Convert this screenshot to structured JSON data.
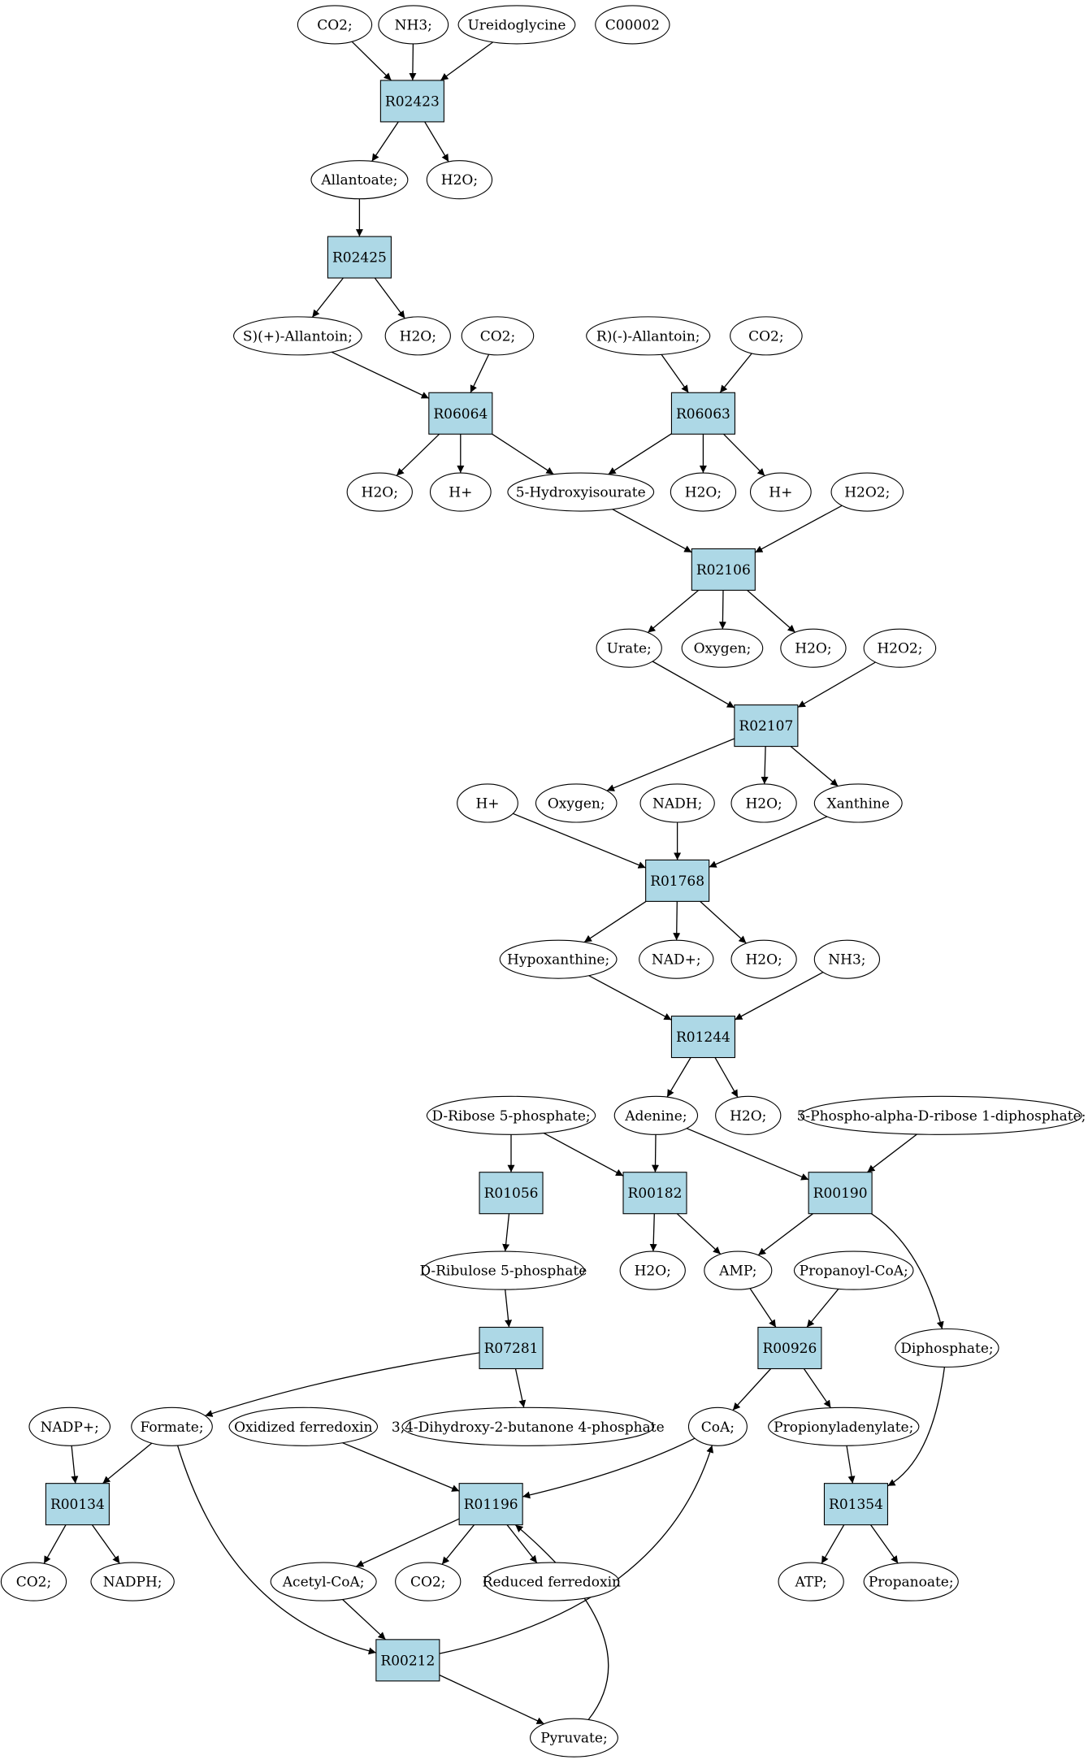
{
  "colors": {
    "reaction_fill": "#add8e6",
    "metabolite_fill": "#ffffff",
    "highlight_yellow": "#ffff00",
    "highlight_green": "#00ff00",
    "stroke": "#000000"
  },
  "metabolites": [
    {
      "id": "co2_top",
      "label": "CO2;"
    },
    {
      "id": "nh3_top",
      "label": "NH3;"
    },
    {
      "id": "ureidoglycine",
      "label": "Ureidoglycine"
    },
    {
      "id": "c00002",
      "label": "C00002",
      "fill": "#ffff00"
    },
    {
      "id": "allantoate",
      "label": "Allantoate;"
    },
    {
      "id": "h2o_1",
      "label": "H2O;"
    },
    {
      "id": "s_allantoin",
      "label": "S)(+)-Allantoin;"
    },
    {
      "id": "h2o_2",
      "label": "H2O;"
    },
    {
      "id": "co2_2",
      "label": "CO2;"
    },
    {
      "id": "r_allantoin",
      "label": "R)(-)-Allantoin;"
    },
    {
      "id": "co2_3",
      "label": "CO2;"
    },
    {
      "id": "h2o_3",
      "label": "H2O;"
    },
    {
      "id": "hplus_1",
      "label": "H+"
    },
    {
      "id": "hydroxyisourate",
      "label": "5-Hydroxyisourate"
    },
    {
      "id": "h2o_4",
      "label": "H2O;"
    },
    {
      "id": "hplus_2",
      "label": "H+"
    },
    {
      "id": "h2o2_1",
      "label": "H2O2;"
    },
    {
      "id": "urate",
      "label": "Urate;"
    },
    {
      "id": "oxygen_1",
      "label": "Oxygen;"
    },
    {
      "id": "h2o_5",
      "label": "H2O;"
    },
    {
      "id": "h2o2_2",
      "label": "H2O2;"
    },
    {
      "id": "hplus_3",
      "label": "H+"
    },
    {
      "id": "oxygen_2",
      "label": "Oxygen;"
    },
    {
      "id": "nadh",
      "label": "NADH;"
    },
    {
      "id": "h2o_6",
      "label": "H2O;"
    },
    {
      "id": "xanthine",
      "label": "Xanthine"
    },
    {
      "id": "hypoxanthine",
      "label": "Hypoxanthine;"
    },
    {
      "id": "nadplus",
      "label": "NAD+;"
    },
    {
      "id": "h2o_7",
      "label": "H2O;"
    },
    {
      "id": "nh3_2",
      "label": "NH3;"
    },
    {
      "id": "ribose5p",
      "label": "D-Ribose 5-phosphate;",
      "fill": "#00ff00"
    },
    {
      "id": "adenine",
      "label": "Adenine;"
    },
    {
      "id": "h2o_8",
      "label": "H2O;"
    },
    {
      "id": "prpp",
      "label": "5-Phospho-alpha-D-ribose 1-diphosphate;"
    },
    {
      "id": "ribulose5p",
      "label": "D-Ribulose 5-phosphate"
    },
    {
      "id": "h2o_9",
      "label": "H2O;"
    },
    {
      "id": "amp",
      "label": "AMP;"
    },
    {
      "id": "propanoylcoa",
      "label": "Propanoyl-CoA;"
    },
    {
      "id": "diphosphate",
      "label": "Diphosphate;"
    },
    {
      "id": "nadpplus",
      "label": "NADP+;"
    },
    {
      "id": "formate",
      "label": "Formate;"
    },
    {
      "id": "oxferredoxin",
      "label": "Oxidized ferredoxin"
    },
    {
      "id": "dhbp",
      "label": "3,4-Dihydroxy-2-butanone 4-phosphate"
    },
    {
      "id": "coa",
      "label": "CoA;"
    },
    {
      "id": "propionyladenylate",
      "label": "Propionyladenylate;"
    },
    {
      "id": "co2_4",
      "label": "CO2;"
    },
    {
      "id": "nadph",
      "label": "NADPH;"
    },
    {
      "id": "acetylcoa",
      "label": "Acetyl-CoA;"
    },
    {
      "id": "co2_5",
      "label": "CO2;"
    },
    {
      "id": "redferredoxin",
      "label": "Reduced ferredoxin"
    },
    {
      "id": "atp",
      "label": "ATP;"
    },
    {
      "id": "propanoate",
      "label": "Propanoate;"
    },
    {
      "id": "pyruvate",
      "label": "Pyruvate;"
    }
  ],
  "reactions": [
    {
      "id": "R02423",
      "label": "R02423"
    },
    {
      "id": "R02425",
      "label": "R02425"
    },
    {
      "id": "R06064",
      "label": "R06064"
    },
    {
      "id": "R06063",
      "label": "R06063"
    },
    {
      "id": "R02106",
      "label": "R02106"
    },
    {
      "id": "R02107",
      "label": "R02107"
    },
    {
      "id": "R01768",
      "label": "R01768"
    },
    {
      "id": "R01244",
      "label": "R01244"
    },
    {
      "id": "R01056",
      "label": "R01056"
    },
    {
      "id": "R00182",
      "label": "R00182"
    },
    {
      "id": "R00190",
      "label": "R00190"
    },
    {
      "id": "R07281",
      "label": "R07281"
    },
    {
      "id": "R00926",
      "label": "R00926"
    },
    {
      "id": "R00134",
      "label": "R00134"
    },
    {
      "id": "R01196",
      "label": "R01196"
    },
    {
      "id": "R01354",
      "label": "R01354"
    },
    {
      "id": "R00212",
      "label": "R00212"
    }
  ],
  "edges": [
    {
      "from": "co2_top",
      "to": "R02423"
    },
    {
      "from": "nh3_top",
      "to": "R02423"
    },
    {
      "from": "ureidoglycine",
      "to": "R02423"
    },
    {
      "from": "R02423",
      "to": "allantoate"
    },
    {
      "from": "R02423",
      "to": "h2o_1"
    },
    {
      "from": "allantoate",
      "to": "R02425"
    },
    {
      "from": "R02425",
      "to": "s_allantoin"
    },
    {
      "from": "R02425",
      "to": "h2o_2"
    },
    {
      "from": "s_allantoin",
      "to": "R06064"
    },
    {
      "from": "co2_2",
      "to": "R06064"
    },
    {
      "from": "r_allantoin",
      "to": "R06063"
    },
    {
      "from": "co2_3",
      "to": "R06063"
    },
    {
      "from": "R06064",
      "to": "h2o_3"
    },
    {
      "from": "R06064",
      "to": "hplus_1"
    },
    {
      "from": "R06064",
      "to": "hydroxyisourate"
    },
    {
      "from": "R06063",
      "to": "hydroxyisourate"
    },
    {
      "from": "R06063",
      "to": "h2o_4"
    },
    {
      "from": "R06063",
      "to": "hplus_2"
    },
    {
      "from": "hydroxyisourate",
      "to": "R02106"
    },
    {
      "from": "h2o2_1",
      "to": "R02106"
    },
    {
      "from": "R02106",
      "to": "urate"
    },
    {
      "from": "R02106",
      "to": "oxygen_1"
    },
    {
      "from": "R02106",
      "to": "h2o_5"
    },
    {
      "from": "urate",
      "to": "R02107"
    },
    {
      "from": "h2o2_2",
      "to": "R02107"
    },
    {
      "from": "R02107",
      "to": "oxygen_2"
    },
    {
      "from": "R02107",
      "to": "h2o_6"
    },
    {
      "from": "R02107",
      "to": "xanthine"
    },
    {
      "from": "hplus_3",
      "to": "R01768"
    },
    {
      "from": "nadh",
      "to": "R01768"
    },
    {
      "from": "xanthine",
      "to": "R01768"
    },
    {
      "from": "R01768",
      "to": "hypoxanthine"
    },
    {
      "from": "R01768",
      "to": "nadplus"
    },
    {
      "from": "R01768",
      "to": "h2o_7"
    },
    {
      "from": "hypoxanthine",
      "to": "R01244"
    },
    {
      "from": "nh3_2",
      "to": "R01244"
    },
    {
      "from": "R01244",
      "to": "adenine"
    },
    {
      "from": "R01244",
      "to": "h2o_8"
    },
    {
      "from": "ribose5p",
      "to": "R01056"
    },
    {
      "from": "ribose5p",
      "to": "R00182"
    },
    {
      "from": "adenine",
      "to": "R00182"
    },
    {
      "from": "adenine",
      "to": "R00190"
    },
    {
      "from": "prpp",
      "to": "R00190"
    },
    {
      "from": "R01056",
      "to": "ribulose5p"
    },
    {
      "from": "R00182",
      "to": "h2o_9"
    },
    {
      "from": "R00182",
      "to": "amp"
    },
    {
      "from": "R00190",
      "to": "amp"
    },
    {
      "from": "R00190",
      "to": "diphosphate"
    },
    {
      "from": "ribulose5p",
      "to": "R07281"
    },
    {
      "from": "amp",
      "to": "R00926"
    },
    {
      "from": "propanoylcoa",
      "to": "R00926"
    },
    {
      "from": "R07281",
      "to": "formate"
    },
    {
      "from": "R07281",
      "to": "dhbp"
    },
    {
      "from": "R00926",
      "to": "coa"
    },
    {
      "from": "R00926",
      "to": "propionyladenylate"
    },
    {
      "from": "nadpplus",
      "to": "R00134"
    },
    {
      "from": "formate",
      "to": "R00134"
    },
    {
      "from": "formate",
      "to": "R00212"
    },
    {
      "from": "oxferredoxin",
      "to": "R01196"
    },
    {
      "from": "coa",
      "to": "R01196"
    },
    {
      "from": "pyruvate",
      "to": "R01196"
    },
    {
      "from": "propionyladenylate",
      "to": "R01354"
    },
    {
      "from": "diphosphate",
      "to": "R01354"
    },
    {
      "from": "R00134",
      "to": "co2_4"
    },
    {
      "from": "R00134",
      "to": "nadph"
    },
    {
      "from": "R01196",
      "to": "acetylcoa"
    },
    {
      "from": "R01196",
      "to": "co2_5"
    },
    {
      "from": "R01196",
      "to": "redferredoxin"
    },
    {
      "from": "R01354",
      "to": "atp"
    },
    {
      "from": "R01354",
      "to": "propanoate"
    },
    {
      "from": "acetylcoa",
      "to": "R00212"
    },
    {
      "from": "R00212",
      "to": "coa"
    },
    {
      "from": "R00212",
      "to": "pyruvate"
    }
  ]
}
